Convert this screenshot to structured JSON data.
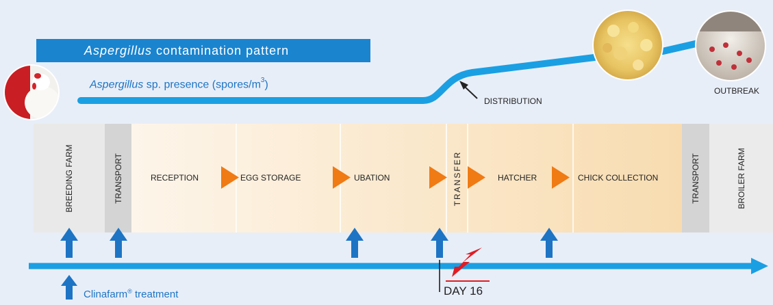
{
  "header": {
    "title_italic": "Aspergillus",
    "title_rest": " contamination pattern"
  },
  "presence_label": {
    "italic": "Aspergillus",
    "rest": " sp. presence (spores/m",
    "superscript": "3",
    "close": ")"
  },
  "annotations": {
    "distribution": "DISTRIBUTION",
    "outbreak": "OUTBREAK"
  },
  "stages": {
    "breeding_farm": "BREEDING FARM",
    "transport_1": "TRANSPORT",
    "reception": "RECEPTION",
    "egg_storage": "EGG STORAGE",
    "incubation": "UBATION",
    "transfer": "TRANSFER",
    "hatcher": "HATCHER",
    "chick_collection": "CHICK COLLECTION",
    "transport_2": "TRANSPORT",
    "broiler_farm": "BROILER FARM"
  },
  "legend": {
    "treatment": "Clinafarm",
    "registered": "®",
    "treatment_rest": " treatment"
  },
  "timeline": {
    "day_label": "DAY 16"
  },
  "colors": {
    "curve": "#1a9fe3",
    "arrow": "#1d74c4",
    "banner": "#1a84cf",
    "process_arrow": "#f07a14",
    "lightning": "#e21b22"
  },
  "images": {
    "left_photo": "hen-in-red-crate",
    "middle_photo": "yellow-chicks",
    "right_photo": "broiler-house-flock"
  }
}
